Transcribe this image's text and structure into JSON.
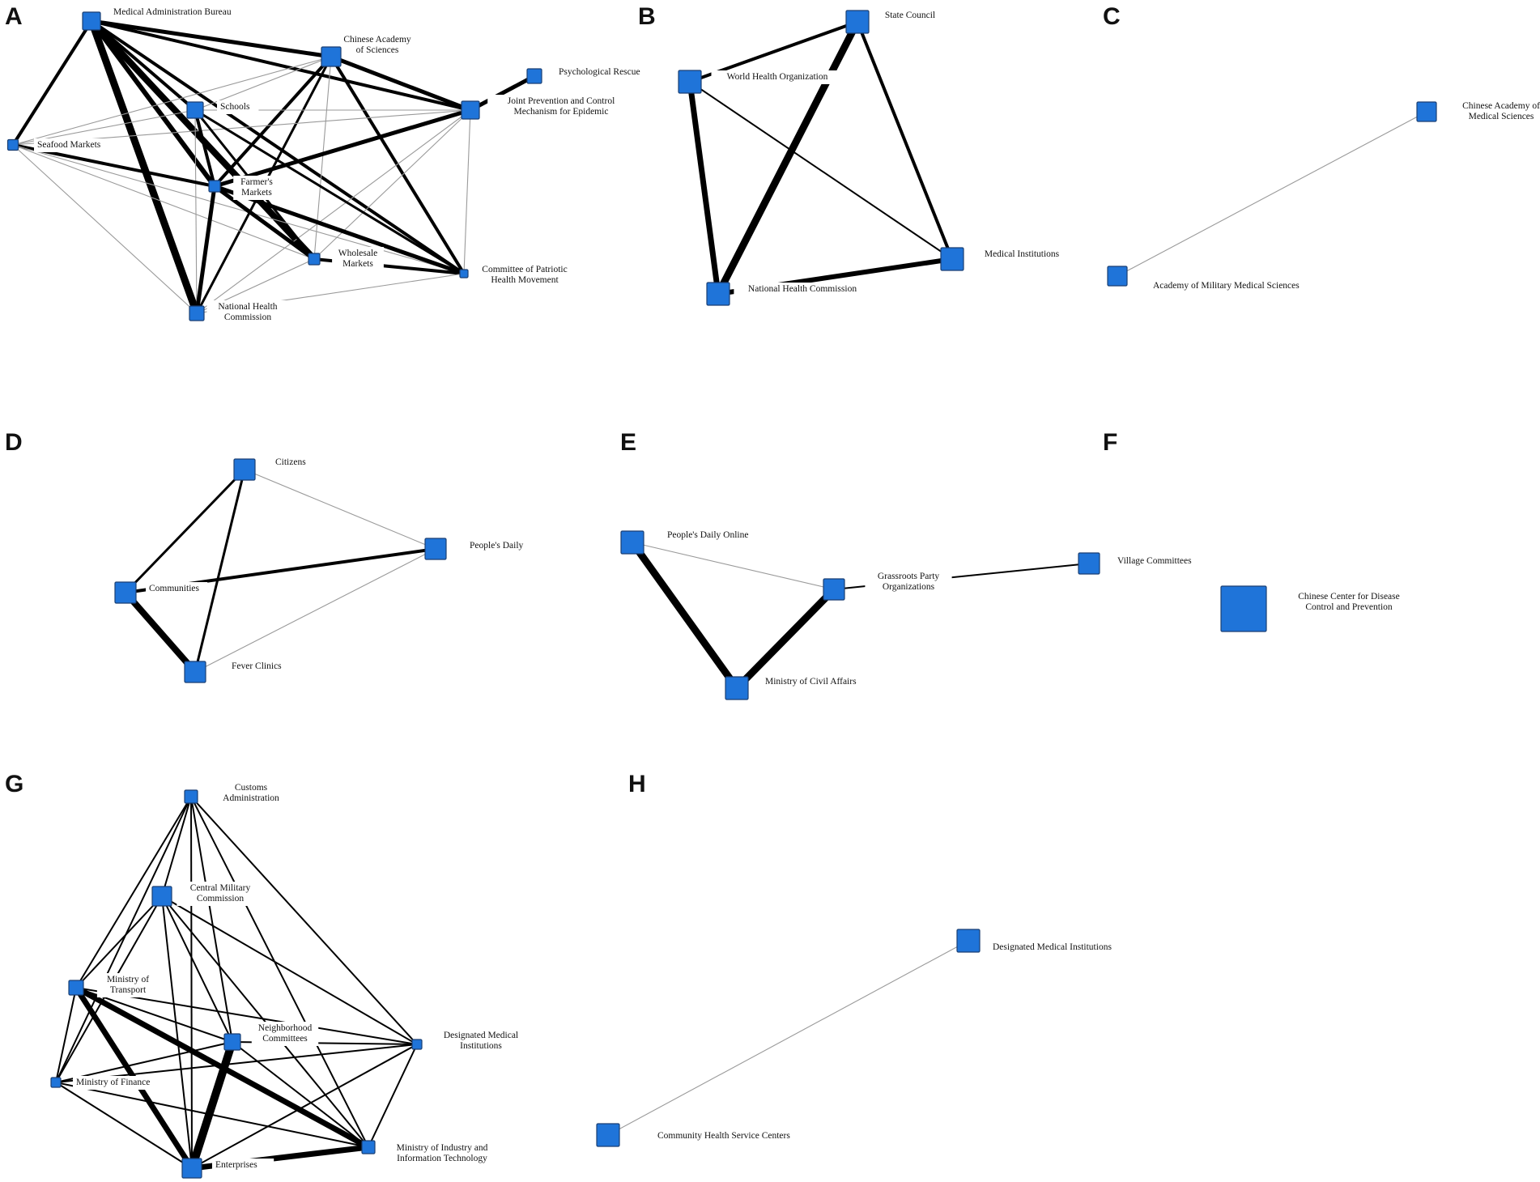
{
  "style": {
    "node_color": "#1f74d9",
    "node_border": "#1a3f73",
    "edge_dark": "#000000",
    "edge_light": "#9a9a9a"
  },
  "panels": [
    {
      "id": "A",
      "letter": "A",
      "nodes": [
        {
          "id": "mab",
          "lines": [
            "Medical Administration Bureau"
          ]
        },
        {
          "id": "cas",
          "lines": [
            "Chinese Academy",
            "of Sciences"
          ]
        },
        {
          "id": "psy",
          "lines": [
            "Psychological Rescue"
          ]
        },
        {
          "id": "jpc",
          "lines": [
            "Joint Prevention and Control",
            "Mechanism for Epidemic"
          ]
        },
        {
          "id": "sch",
          "lines": [
            "Schools"
          ]
        },
        {
          "id": "sea",
          "lines": [
            "Seafood Markets"
          ]
        },
        {
          "id": "far",
          "lines": [
            "Farmer's",
            "Markets"
          ]
        },
        {
          "id": "who",
          "lines": [
            "Wholesale",
            "Markets"
          ]
        },
        {
          "id": "cph",
          "lines": [
            "Committee of Patriotic",
            "Health Movement"
          ]
        },
        {
          "id": "nhc",
          "lines": [
            "National Health",
            "Commission"
          ]
        }
      ],
      "edges": [
        {
          "s": "mab",
          "t": "cas",
          "w": 5
        },
        {
          "s": "mab",
          "t": "jpc",
          "w": 4
        },
        {
          "s": "mab",
          "t": "sch",
          "w": 4
        },
        {
          "s": "mab",
          "t": "sea",
          "w": 4
        },
        {
          "s": "mab",
          "t": "far",
          "w": 6
        },
        {
          "s": "mab",
          "t": "who",
          "w": 8
        },
        {
          "s": "mab",
          "t": "cph",
          "w": 4
        },
        {
          "s": "mab",
          "t": "nhc",
          "w": 9
        },
        {
          "s": "cas",
          "t": "jpc",
          "w": 5
        },
        {
          "s": "cas",
          "t": "far",
          "w": 4
        },
        {
          "s": "cas",
          "t": "nhc",
          "w": 3
        },
        {
          "s": "cas",
          "t": "cph",
          "w": 4
        },
        {
          "s": "cas",
          "t": "sch",
          "w": 1
        },
        {
          "s": "cas",
          "t": "sea",
          "w": 1
        },
        {
          "s": "cas",
          "t": "who",
          "w": 1
        },
        {
          "s": "psy",
          "t": "jpc",
          "w": 5
        },
        {
          "s": "jpc",
          "t": "far",
          "w": 5
        },
        {
          "s": "jpc",
          "t": "sch",
          "w": 1
        },
        {
          "s": "jpc",
          "t": "sea",
          "w": 1
        },
        {
          "s": "jpc",
          "t": "who",
          "w": 1
        },
        {
          "s": "jpc",
          "t": "nhc",
          "w": 1
        },
        {
          "s": "jpc",
          "t": "cph",
          "w": 1
        },
        {
          "s": "sch",
          "t": "far",
          "w": 4
        },
        {
          "s": "sch",
          "t": "who",
          "w": 3
        },
        {
          "s": "sch",
          "t": "cph",
          "w": 3
        },
        {
          "s": "sch",
          "t": "nhc",
          "w": 1
        },
        {
          "s": "sch",
          "t": "sea",
          "w": 1
        },
        {
          "s": "sea",
          "t": "far",
          "w": 4
        },
        {
          "s": "sea",
          "t": "nhc",
          "w": 1
        },
        {
          "s": "sea",
          "t": "who",
          "w": 1
        },
        {
          "s": "sea",
          "t": "cph",
          "w": 1
        },
        {
          "s": "far",
          "t": "nhc",
          "w": 5
        },
        {
          "s": "far",
          "t": "who",
          "w": 5
        },
        {
          "s": "far",
          "t": "cph",
          "w": 5
        },
        {
          "s": "who",
          "t": "cph",
          "w": 4
        },
        {
          "s": "who",
          "t": "nhc",
          "w": 1
        },
        {
          "s": "nhc",
          "t": "cph",
          "w": 1
        }
      ]
    },
    {
      "id": "B",
      "letter": "B",
      "nodes": [
        {
          "id": "sc",
          "lines": [
            "State Council"
          ]
        },
        {
          "id": "who",
          "lines": [
            "World Health Organization"
          ]
        },
        {
          "id": "mi",
          "lines": [
            "Medical Institutions"
          ]
        },
        {
          "id": "nhc",
          "lines": [
            "National Health Commission"
          ]
        }
      ],
      "edges": [
        {
          "s": "who",
          "t": "sc",
          "w": 4
        },
        {
          "s": "who",
          "t": "nhc",
          "w": 7
        },
        {
          "s": "who",
          "t": "mi",
          "w": 2
        },
        {
          "s": "sc",
          "t": "nhc",
          "w": 9
        },
        {
          "s": "sc",
          "t": "mi",
          "w": 4
        },
        {
          "s": "nhc",
          "t": "mi",
          "w": 6
        }
      ]
    },
    {
      "id": "C",
      "letter": "C",
      "nodes": [
        {
          "id": "cams",
          "lines": [
            "Chinese Academy of",
            "Medical Sciences"
          ]
        },
        {
          "id": "amms",
          "lines": [
            "Academy of Military Medical Sciences"
          ]
        }
      ],
      "edges": [
        {
          "s": "cams",
          "t": "amms",
          "w": 1
        }
      ]
    },
    {
      "id": "D",
      "letter": "D",
      "nodes": [
        {
          "id": "cit",
          "lines": [
            "Citizens"
          ]
        },
        {
          "id": "pd",
          "lines": [
            "People's Daily"
          ]
        },
        {
          "id": "com",
          "lines": [
            "Communities"
          ]
        },
        {
          "id": "fev",
          "lines": [
            "Fever Clinics"
          ]
        }
      ],
      "edges": [
        {
          "s": "cit",
          "t": "com",
          "w": 3
        },
        {
          "s": "cit",
          "t": "fev",
          "w": 3
        },
        {
          "s": "cit",
          "t": "pd",
          "w": 1
        },
        {
          "s": "com",
          "t": "pd",
          "w": 4
        },
        {
          "s": "com",
          "t": "fev",
          "w": 8
        },
        {
          "s": "fev",
          "t": "pd",
          "w": 1
        }
      ]
    },
    {
      "id": "E",
      "letter": "E",
      "nodes": [
        {
          "id": "pdo",
          "lines": [
            "People's Daily Online"
          ]
        },
        {
          "id": "gpo",
          "lines": [
            "Grassroots Party",
            "Organizations"
          ]
        },
        {
          "id": "vc",
          "lines": [
            "Village Committees"
          ]
        },
        {
          "id": "mca",
          "lines": [
            "Ministry of Civil Affairs"
          ]
        }
      ],
      "edges": [
        {
          "s": "pdo",
          "t": "gpo",
          "w": 1
        },
        {
          "s": "pdo",
          "t": "mca",
          "w": 9
        },
        {
          "s": "gpo",
          "t": "mca",
          "w": 9
        },
        {
          "s": "gpo",
          "t": "vc",
          "w": 2
        }
      ]
    },
    {
      "id": "F",
      "letter": "F",
      "nodes": [
        {
          "id": "ccdc",
          "lines": [
            "Chinese Center for Disease",
            "Control and Prevention"
          ]
        }
      ],
      "edges": []
    },
    {
      "id": "G",
      "letter": "G",
      "nodes": [
        {
          "id": "cus",
          "lines": [
            "Customs",
            "Administration"
          ]
        },
        {
          "id": "cmc",
          "lines": [
            "Central Military",
            "Commission"
          ]
        },
        {
          "id": "mot",
          "lines": [
            "Ministry of",
            "Transport"
          ]
        },
        {
          "id": "nbc",
          "lines": [
            "Neighborhood",
            "Committees"
          ]
        },
        {
          "id": "dmi",
          "lines": [
            "Designated Medical",
            "Institutions"
          ]
        },
        {
          "id": "mof",
          "lines": [
            "Ministry of Finance"
          ]
        },
        {
          "id": "ent",
          "lines": [
            "Enterprises"
          ]
        },
        {
          "id": "miit",
          "lines": [
            "Ministry of Industry and",
            "Information Technology"
          ]
        }
      ],
      "edges": [
        {
          "s": "cus",
          "t": "cmc",
          "w": 2
        },
        {
          "s": "cus",
          "t": "mot",
          "w": 2
        },
        {
          "s": "cus",
          "t": "nbc",
          "w": 2
        },
        {
          "s": "cus",
          "t": "dmi",
          "w": 2
        },
        {
          "s": "cus",
          "t": "mof",
          "w": 2
        },
        {
          "s": "cus",
          "t": "ent",
          "w": 2
        },
        {
          "s": "cus",
          "t": "miit",
          "w": 2
        },
        {
          "s": "cmc",
          "t": "mot",
          "w": 2
        },
        {
          "s": "cmc",
          "t": "nbc",
          "w": 2
        },
        {
          "s": "cmc",
          "t": "dmi",
          "w": 2
        },
        {
          "s": "cmc",
          "t": "mof",
          "w": 2
        },
        {
          "s": "cmc",
          "t": "ent",
          "w": 2
        },
        {
          "s": "cmc",
          "t": "miit",
          "w": 2
        },
        {
          "s": "mot",
          "t": "nbc",
          "w": 2
        },
        {
          "s": "mot",
          "t": "dmi",
          "w": 2
        },
        {
          "s": "mot",
          "t": "mof",
          "w": 2
        },
        {
          "s": "mot",
          "t": "ent",
          "w": 7
        },
        {
          "s": "mot",
          "t": "miit",
          "w": 7
        },
        {
          "s": "nbc",
          "t": "dmi",
          "w": 2
        },
        {
          "s": "nbc",
          "t": "mof",
          "w": 2
        },
        {
          "s": "nbc",
          "t": "ent",
          "w": 10
        },
        {
          "s": "nbc",
          "t": "miit",
          "w": 2
        },
        {
          "s": "dmi",
          "t": "mof",
          "w": 2
        },
        {
          "s": "dmi",
          "t": "ent",
          "w": 2
        },
        {
          "s": "dmi",
          "t": "miit",
          "w": 2
        },
        {
          "s": "mof",
          "t": "ent",
          "w": 2
        },
        {
          "s": "mof",
          "t": "miit",
          "w": 2
        },
        {
          "s": "ent",
          "t": "miit",
          "w": 7
        }
      ]
    },
    {
      "id": "H",
      "letter": "H",
      "nodes": [
        {
          "id": "dmi",
          "lines": [
            "Designated Medical Institutions"
          ]
        },
        {
          "id": "chsc",
          "lines": [
            "Community Health Service Centers"
          ]
        }
      ],
      "edges": [
        {
          "s": "dmi",
          "t": "chsc",
          "w": 1
        }
      ]
    }
  ]
}
